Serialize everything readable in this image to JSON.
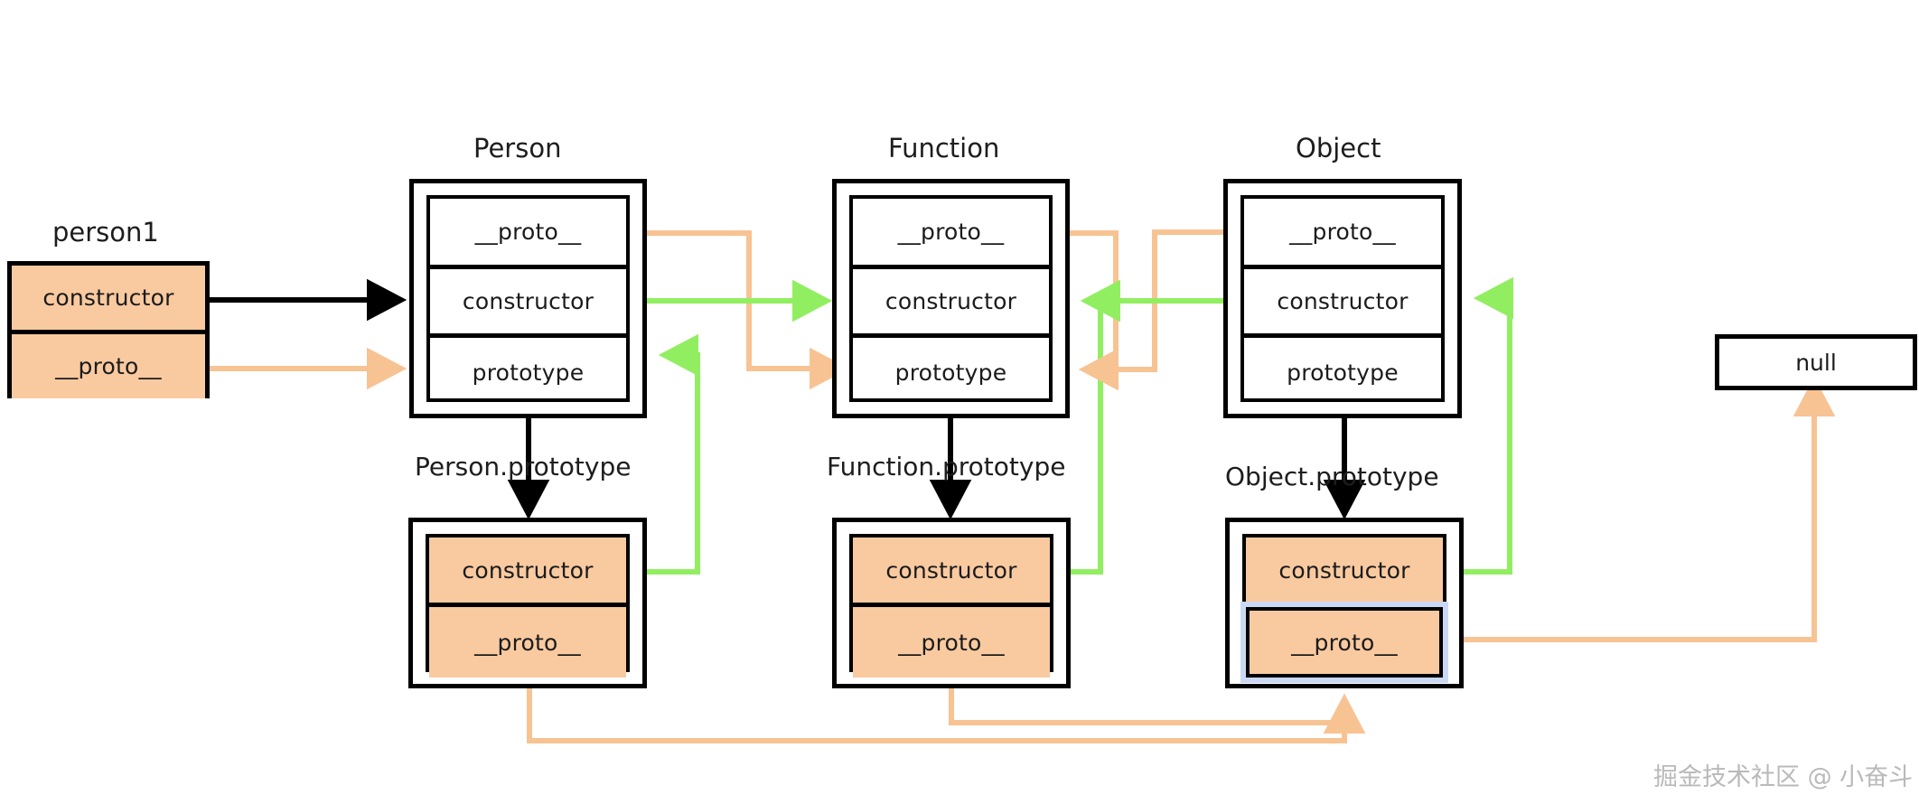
{
  "diagram": {
    "title_caption_person1": "person1",
    "colors": {
      "orange_fill": "#f9caa0",
      "orange_wire": "#f7c393",
      "green_wire": "#92ee61",
      "black_wire": "#000000",
      "highlight_outline": "#c9d8f5",
      "border": "#000000",
      "background": "#ffffff",
      "watermark_text": "#b9b9b9"
    },
    "row_labels": {
      "proto": "__proto__",
      "constructor": "constructor",
      "prototype": "prototype"
    },
    "nodes": {
      "person1": {
        "caption": "person1",
        "rows": [
          {
            "label": "constructor",
            "filled": true
          },
          {
            "label": "__proto__",
            "filled": true
          }
        ]
      },
      "person": {
        "caption": "Person",
        "rows": [
          {
            "label": "__proto__",
            "filled": false
          },
          {
            "label": "constructor",
            "filled": false
          },
          {
            "label": "prototype",
            "filled": false
          }
        ]
      },
      "function": {
        "caption": "Function",
        "rows": [
          {
            "label": "__proto__",
            "filled": false
          },
          {
            "label": "constructor",
            "filled": false
          },
          {
            "label": "prototype",
            "filled": false
          }
        ]
      },
      "object": {
        "caption": "Object",
        "rows": [
          {
            "label": "__proto__",
            "filled": false
          },
          {
            "label": "constructor",
            "filled": false
          },
          {
            "label": "prototype",
            "filled": false
          }
        ]
      },
      "person_prototype": {
        "caption": "Person.prototype",
        "rows": [
          {
            "label": "constructor",
            "filled": true
          },
          {
            "label": "__proto__",
            "filled": true
          }
        ]
      },
      "function_prototype": {
        "caption": "Function.prototype",
        "rows": [
          {
            "label": "constructor",
            "filled": true
          },
          {
            "label": "__proto__",
            "filled": true
          }
        ]
      },
      "object_prototype": {
        "caption": "Object.prototype",
        "rows": [
          {
            "label": "constructor",
            "filled": true
          },
          {
            "label": "__proto__",
            "filled": true,
            "highlighted": true
          }
        ]
      },
      "null_node": {
        "caption": "",
        "rows": [
          {
            "label": "null",
            "filled": false
          }
        ]
      }
    },
    "edges": [
      {
        "name": "person1-constructor-to-person",
        "color": "black",
        "from": "person1.constructor",
        "to": "person.box"
      },
      {
        "name": "person1-proto-to-person-prototype",
        "color": "orange",
        "from": "person1.__proto__",
        "to": "person.prototype"
      },
      {
        "name": "person-proto-to-function-prototype",
        "color": "orange",
        "from": "person.__proto__",
        "to": "function.prototype"
      },
      {
        "name": "person-constructor-to-function",
        "color": "green",
        "from": "person.constructor",
        "to": "function.box"
      },
      {
        "name": "person-prototype-down",
        "color": "black",
        "from": "person.prototype",
        "to": "person_prototype.box"
      },
      {
        "name": "person-prototype-constructor-up",
        "color": "green",
        "from": "person_prototype.constructor",
        "to": "person.prototype"
      },
      {
        "name": "person-prototype-proto-to-object-prototype",
        "color": "orange",
        "from": "person_prototype.__proto__",
        "to": "object_prototype.box"
      },
      {
        "name": "function-proto-to-function-prototype",
        "color": "orange",
        "from": "function.__proto__",
        "to": "function.prototype"
      },
      {
        "name": "function-prototype-down",
        "color": "black",
        "from": "function.prototype",
        "to": "function_prototype.box"
      },
      {
        "name": "function-prototype-constructor-to-function",
        "color": "green",
        "from": "function_prototype.constructor",
        "to": "function.constructor"
      },
      {
        "name": "function-prototype-proto-to-object-prototype",
        "color": "orange",
        "from": "function_prototype.__proto__",
        "to": "object_prototype.box"
      },
      {
        "name": "object-proto-to-function-prototype",
        "color": "orange",
        "from": "object.__proto__",
        "to": "function.prototype"
      },
      {
        "name": "object-constructor-green",
        "color": "green",
        "from": "object.constructor",
        "to": "function.constructor"
      },
      {
        "name": "object-prototype-down",
        "color": "black",
        "from": "object.prototype",
        "to": "object_prototype.box"
      },
      {
        "name": "object-prototype-constructor-to-object",
        "color": "green",
        "from": "object_prototype.constructor",
        "to": "object.constructor"
      },
      {
        "name": "object-prototype-proto-to-null",
        "color": "orange",
        "from": "object_prototype.__proto__",
        "to": "null_node.box"
      }
    ],
    "watermark": "掘金技术社区 @ 小奋斗"
  }
}
